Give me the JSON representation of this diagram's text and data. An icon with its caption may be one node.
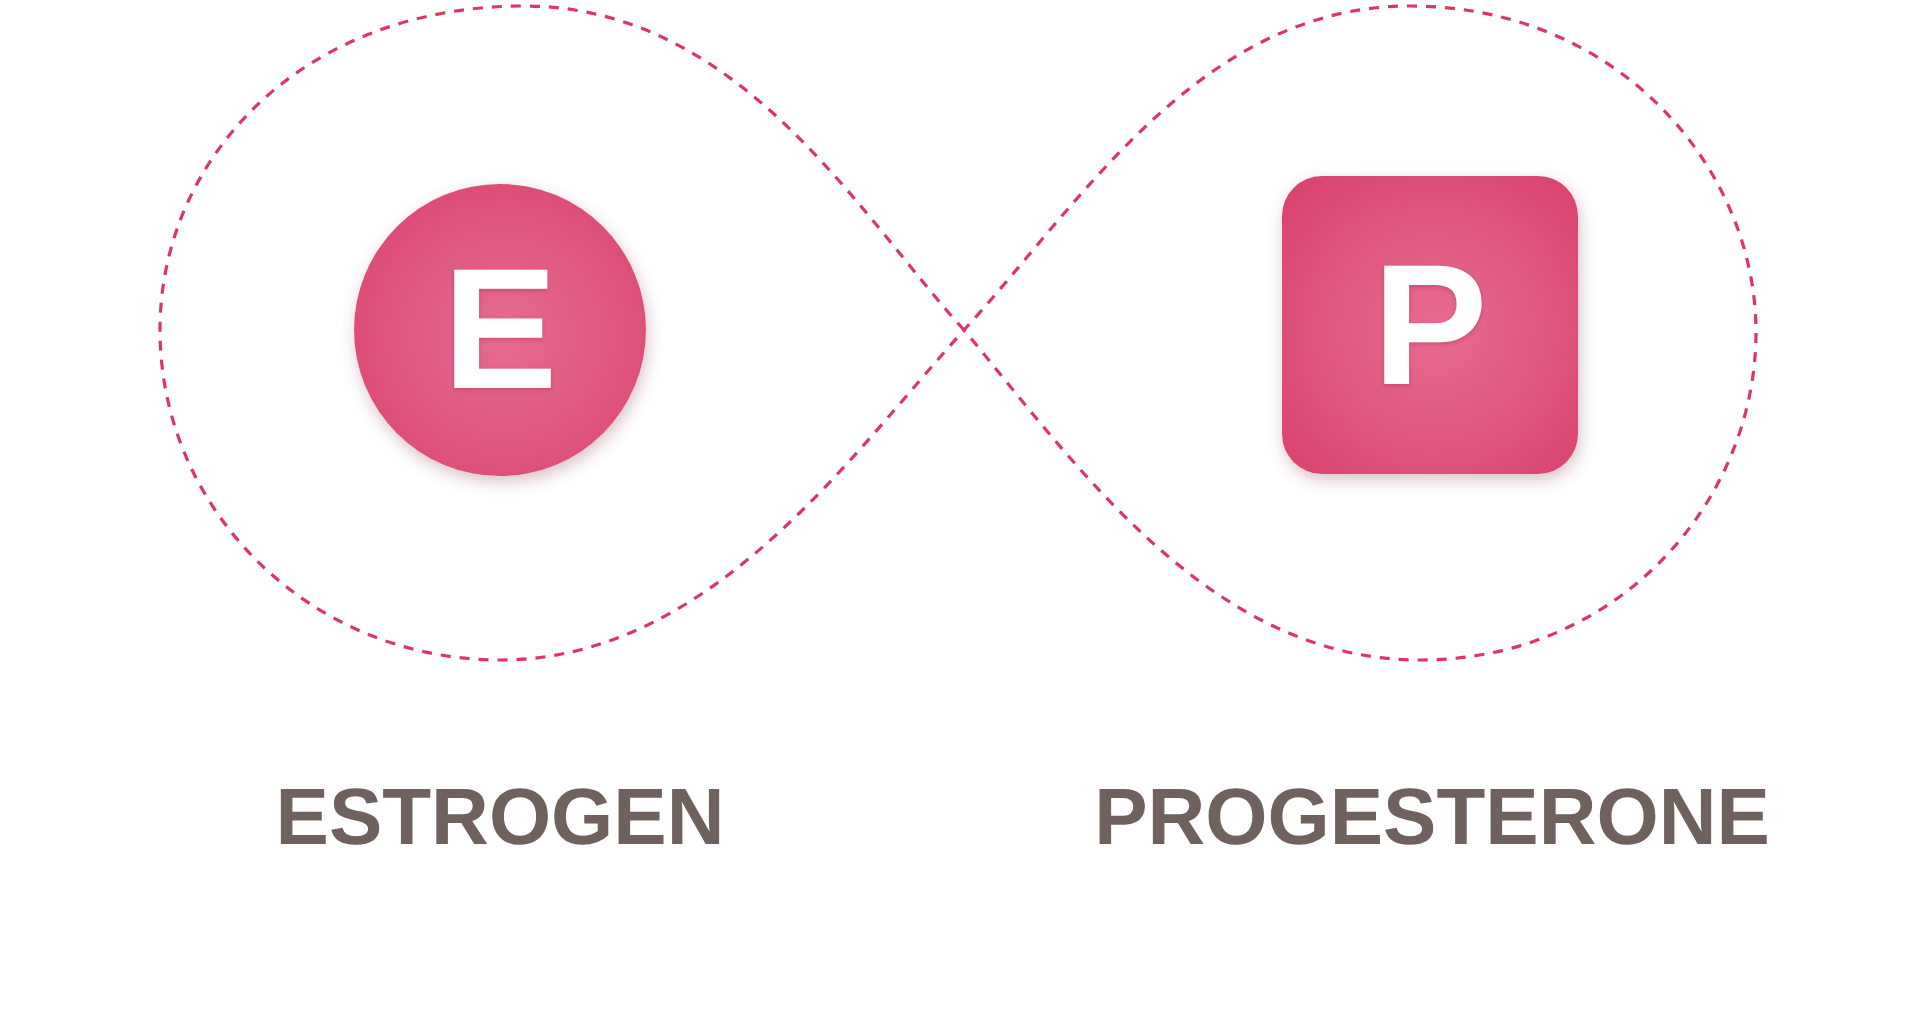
{
  "diagram": {
    "nodes": [
      {
        "text": [
          "E"
        ],
        "beside": [
          "ESTROGEN"
        ]
      },
      {
        "text": [
          "P"
        ],
        "beside": [
          "PROGESTERONE"
        ]
      }
    ]
  }
}
